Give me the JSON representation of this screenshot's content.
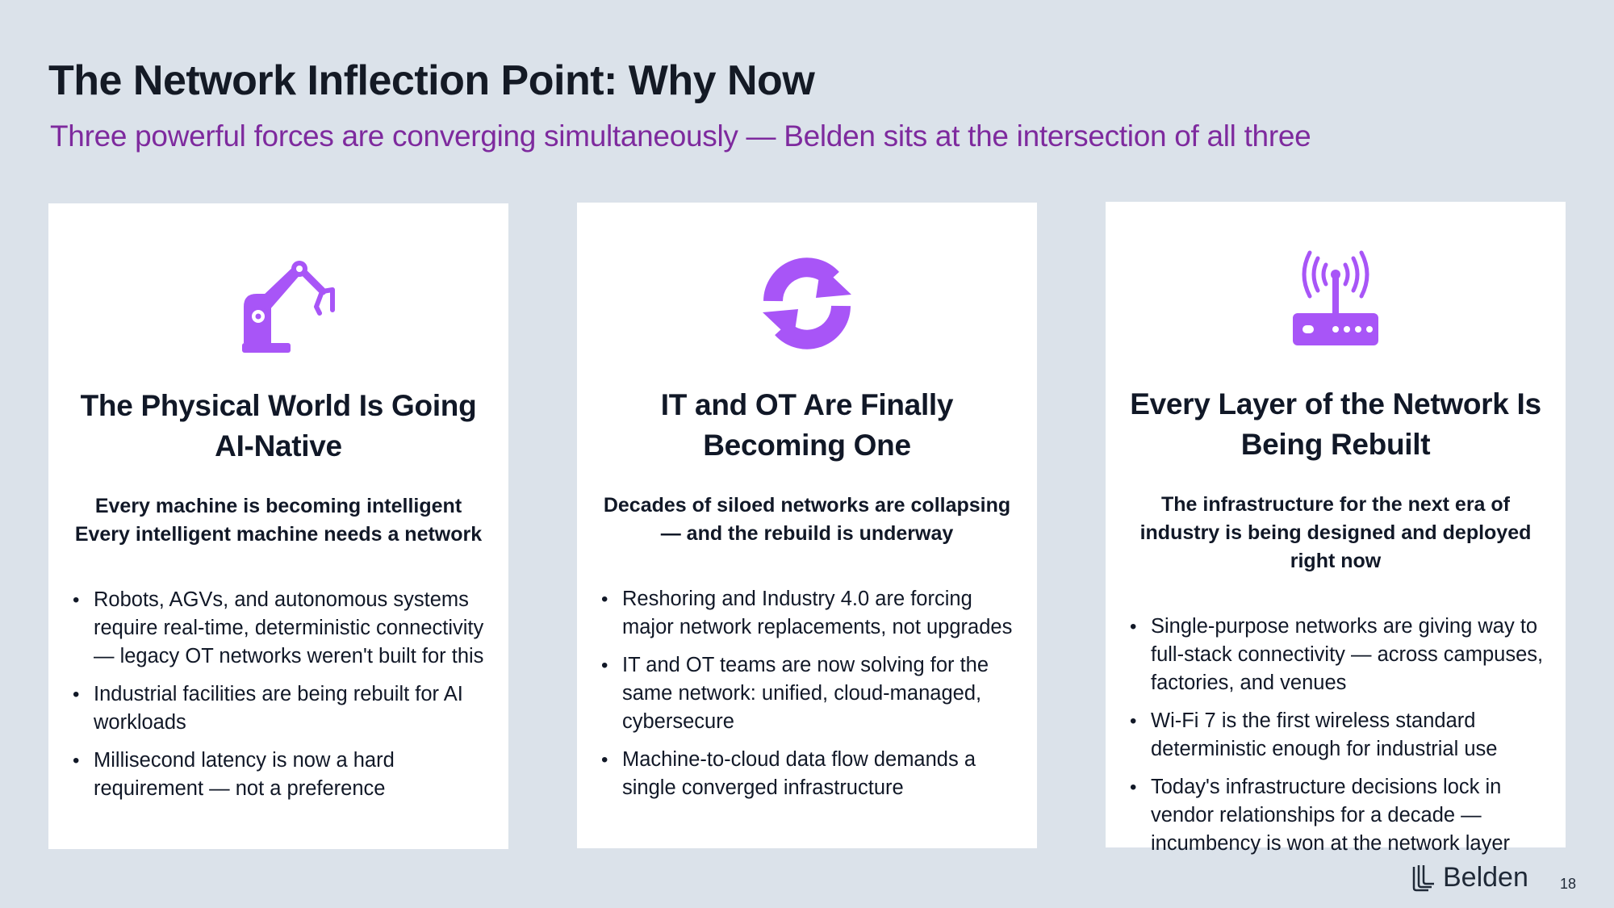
{
  "slide": {
    "title": "The Network Inflection Point: Why Now",
    "subtitle": "Three powerful forces are converging simultaneously — Belden sits at the intersection of all three"
  },
  "accent_color": "#a855f7",
  "subtitle_color": "#7e2a9e",
  "cards": [
    {
      "icon": "robot-arm-icon",
      "title": "The Physical World Is Going AI-Native",
      "tagline_lines": [
        "Every machine is becoming intelligent",
        "Every intelligent machine needs a network"
      ],
      "bullets": [
        "Robots, AGVs, and autonomous systems require real-time, deterministic connectivity — legacy OT networks weren't built for this",
        "Industrial facilities are being rebuilt for AI workloads",
        "Millisecond latency is now a hard requirement — not a preference"
      ]
    },
    {
      "icon": "sync-arrows-icon",
      "title": "IT and OT Are Finally Becoming One",
      "tagline_lines": [
        "Decades of siloed networks are collapsing — and the rebuild is underway"
      ],
      "bullets": [
        "Reshoring and Industry 4.0 are forcing major network replacements, not upgrades",
        "IT and OT teams are now solving for the same network: unified, cloud-managed, cybersecure",
        "Machine-to-cloud data flow demands a single converged infrastructure"
      ]
    },
    {
      "icon": "wireless-router-icon",
      "title": "Every Layer of the Network Is Being Rebuilt",
      "tagline_lines": [
        "The infrastructure for the next era of industry is being designed and deployed right now"
      ],
      "bullets": [
        "Single-purpose networks are giving way to full-stack connectivity — across campuses, factories, and venues",
        "Wi-Fi 7 is the first wireless standard deterministic enough for industrial use",
        "Today's infrastructure decisions lock in vendor relationships for a decade — incumbency is won at the network layer"
      ]
    }
  ],
  "footer": {
    "brand_name": "Belden",
    "page_number": "18"
  }
}
